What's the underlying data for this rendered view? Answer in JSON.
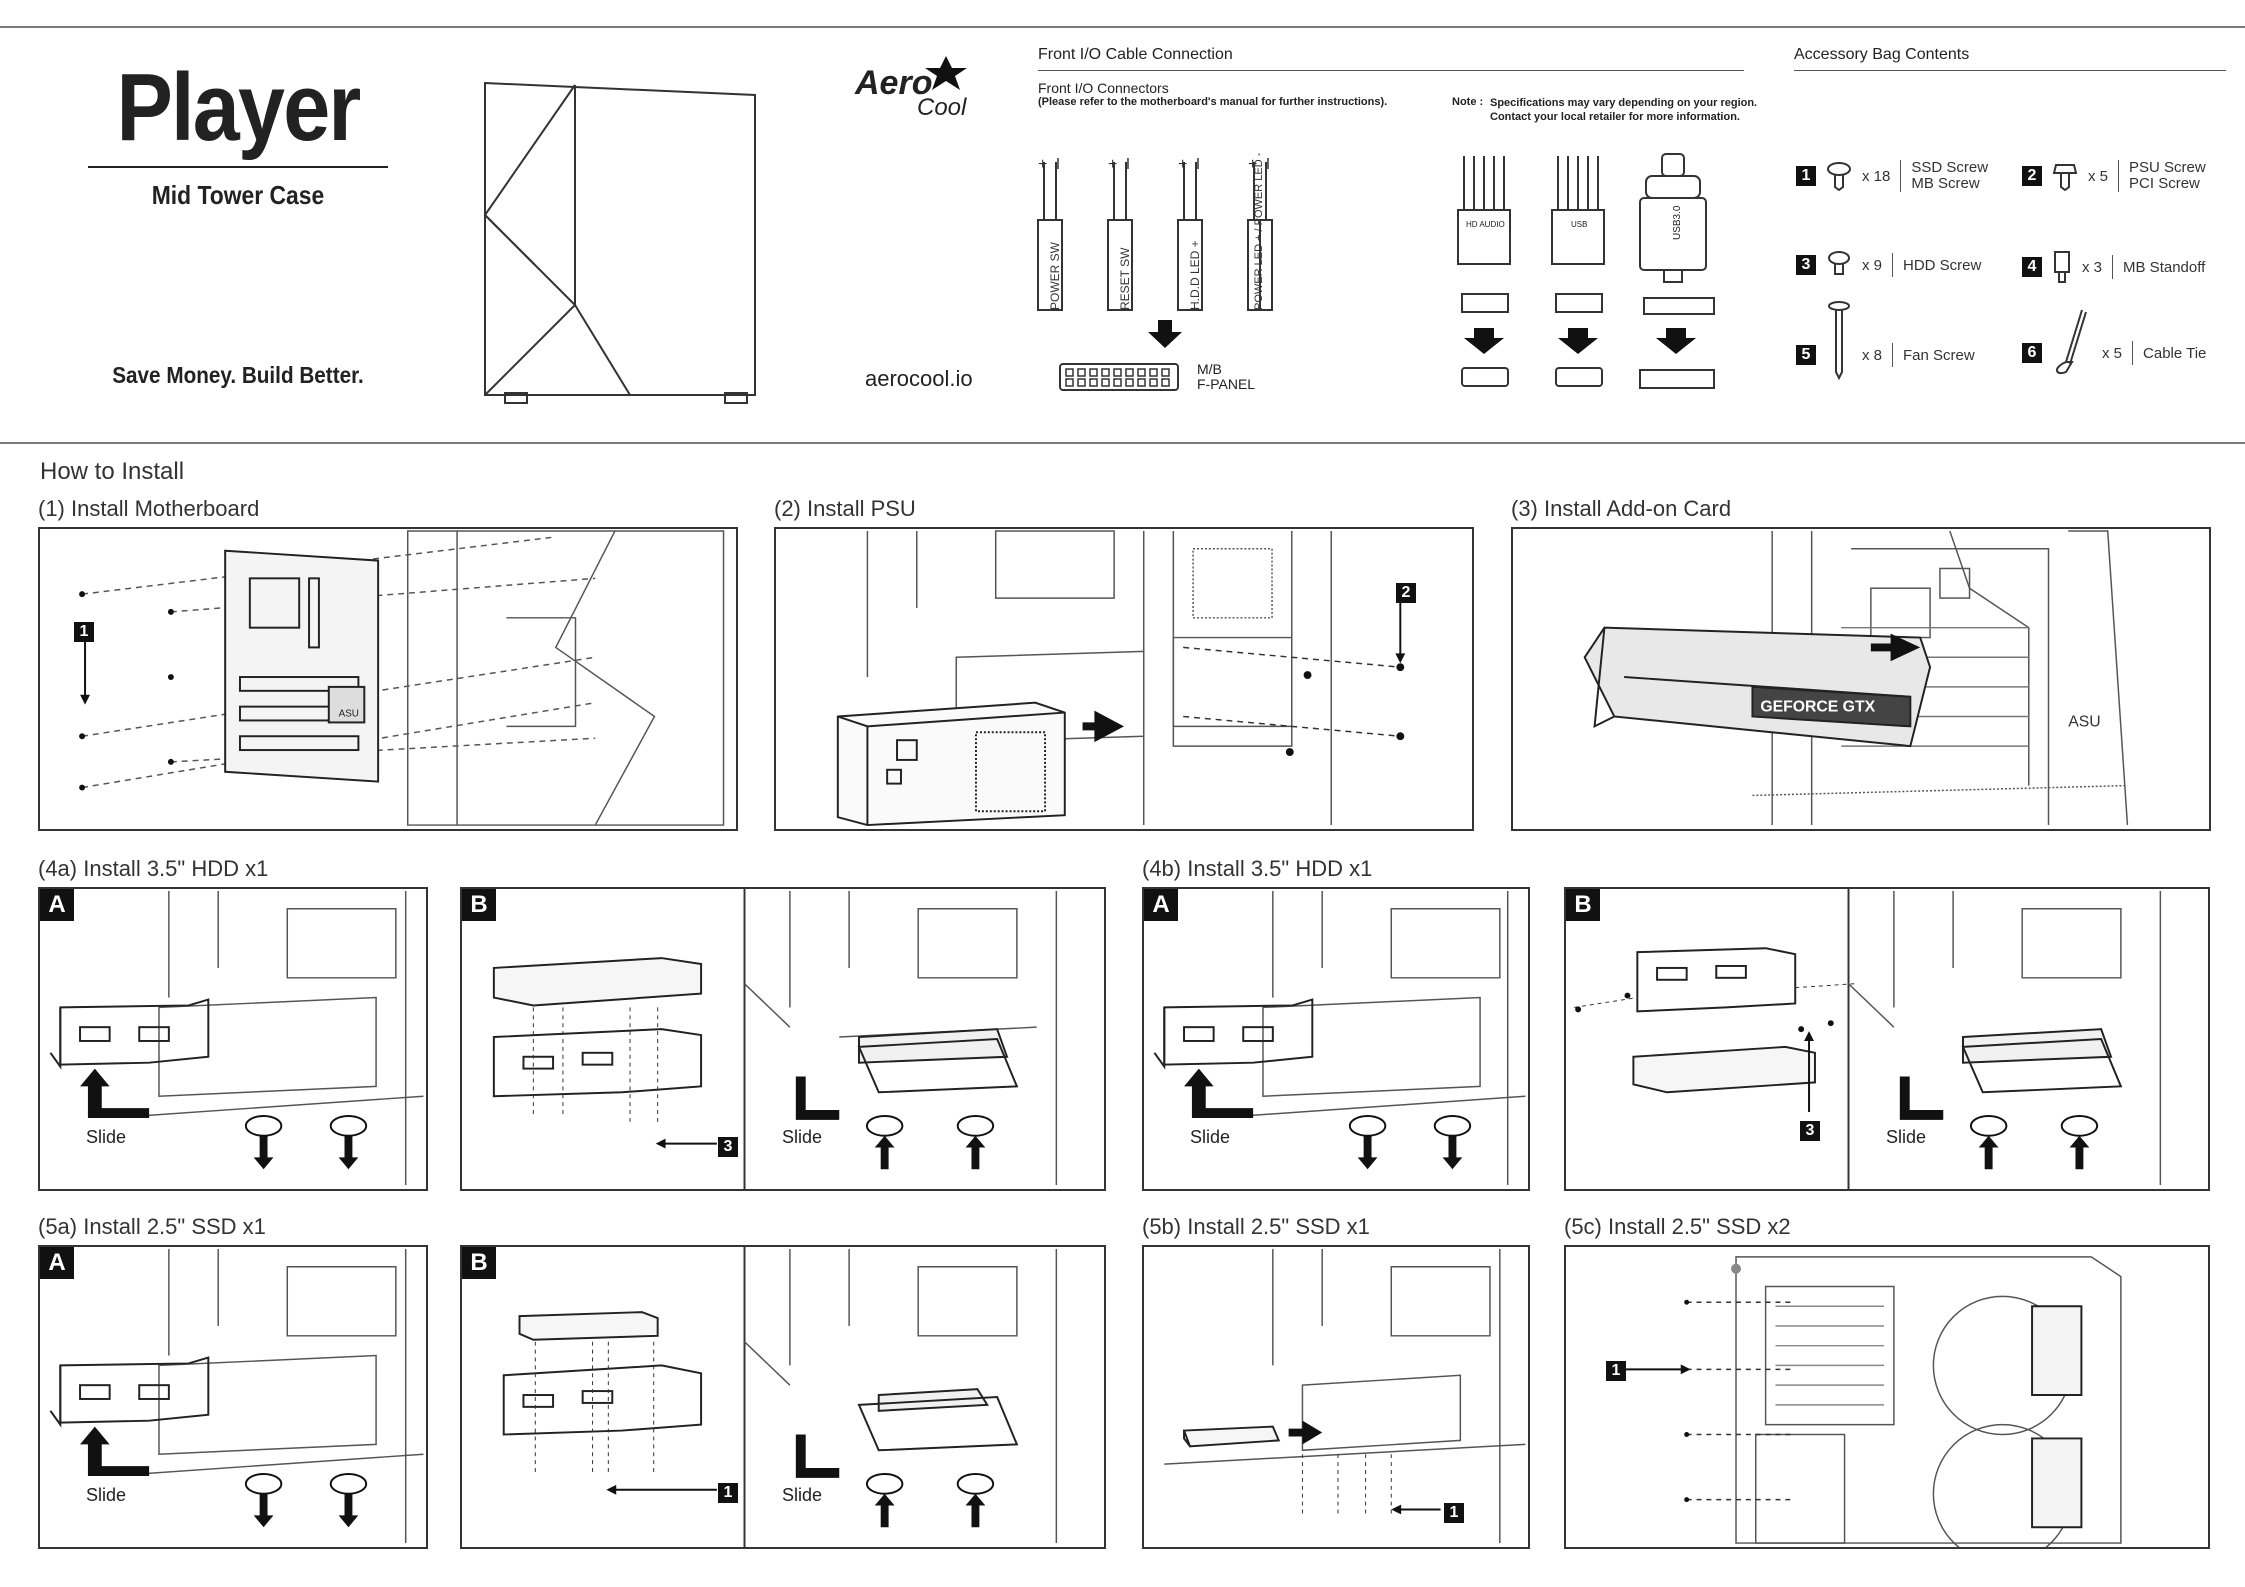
{
  "brand": {
    "product": "Player",
    "subtitle": "Mid Tower Case",
    "slogan": "Save Money. Build Better.",
    "logo_line1": "Aero",
    "logo_line2": "Cool",
    "website": "aerocool.io"
  },
  "front_io": {
    "title": "Front I/O Cable Connection",
    "connectors_title": "Front I/O Connectors",
    "connectors_note": "(Please refer to the motherboard's manual for further instructions).",
    "note_label": "Note :",
    "note_line1": "Specifications may vary depending on your region.",
    "note_line2": "Contact your local retailer for more information.",
    "plugs": [
      {
        "label": "POWER SW",
        "polarity": "+ I"
      },
      {
        "label": "RESET SW",
        "polarity": "+ I"
      },
      {
        "label": "H.D.D LED +",
        "polarity": "+ I"
      },
      {
        "label": "POWER LED + / POWER LED -",
        "polarity": "+ I"
      }
    ],
    "mb_label_line1": "M/B",
    "mb_label_line2": "F-PANEL",
    "headers": [
      "HD AUDIO",
      "USB",
      "USB3.0"
    ]
  },
  "accessory": {
    "title": "Accessory Bag Contents",
    "items": [
      {
        "num": "1",
        "qty": "x 18",
        "line1": "SSD Screw",
        "line2": "MB Screw"
      },
      {
        "num": "2",
        "qty": "x 5",
        "line1": "PSU Screw",
        "line2": "PCI Screw"
      },
      {
        "num": "3",
        "qty": "x 9",
        "line1": "HDD Screw",
        "line2": ""
      },
      {
        "num": "4",
        "qty": "x 3",
        "line1": "MB Standoff",
        "line2": ""
      },
      {
        "num": "5",
        "qty": "x 8",
        "line1": "Fan Screw",
        "line2": ""
      },
      {
        "num": "6",
        "qty": "x 5",
        "line1": "Cable Tie",
        "line2": ""
      }
    ]
  },
  "install": {
    "title": "How to Install",
    "step1": "(1) Install Motherboard",
    "step2": "(2) Install PSU",
    "step3": "(3) Install Add-on Card",
    "step4a": "(4a) Install 3.5\" HDD x1",
    "step4b": "(4b) Install 3.5\" HDD x1",
    "step5a": "(5a) Install 2.5\" SSD x1",
    "step5b": "(5b) Install 2.5\" SSD x1",
    "step5c": "(5c) Install 2.5\" SSD x2",
    "panel_a": "A",
    "panel_b": "B",
    "slide": "Slide",
    "callout_1": "1",
    "callout_2": "2",
    "callout_3": "3",
    "gpu_text": "GEFORCE GTX",
    "mb_text": "ASU"
  }
}
